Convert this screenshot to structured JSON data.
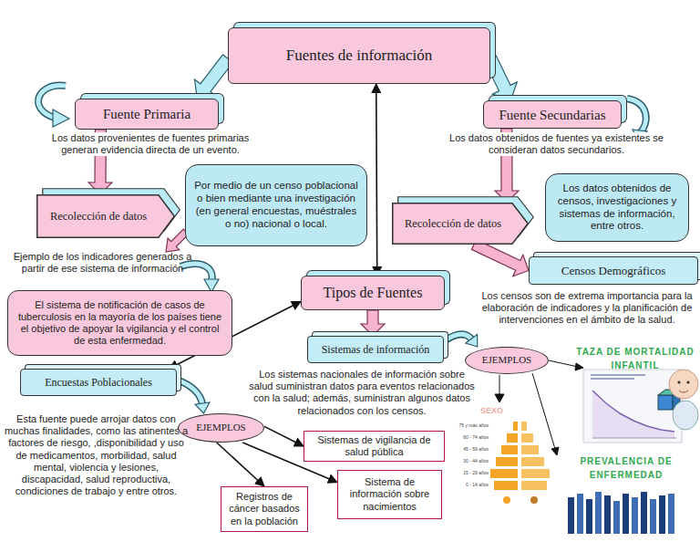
{
  "diagram": {
    "nodes": [
      {
        "text": [
          "Fuentes de información"
        ]
      },
      {
        "text": [
          "Fuente Primaria"
        ]
      },
      {
        "text": [
          "Fuente Secundarias"
        ]
      },
      {
        "text": [
          "Recolección de datos"
        ]
      },
      {
        "text": [
          "Por medio de un censo poblacional o bien mediante una investigación (en general encuestas, muéstrales o no) nacional o local."
        ]
      },
      {
        "text": [
          "Recolección de datos"
        ]
      },
      {
        "text": [
          "Los datos obtenidos de censos, investigaciones y sistemas de información, entre otros."
        ]
      },
      {
        "text": [
          "Censos Demográficos"
        ]
      },
      {
        "text": [
          "Tipos de Fuentes"
        ]
      },
      {
        "text": [
          "El sistema de notificación de casos de tuberculosis en la mayoría de los países tiene el objetivo de apoyar la vigilancia y el control de esta enfermedad."
        ]
      },
      {
        "text": [
          "Sistemas de información"
        ]
      },
      {
        "text": [
          "EJEMPLOS"
        ]
      },
      {
        "text": [
          "Encuestas Poblacionales"
        ]
      },
      {
        "text": [
          "EJEMPLOS"
        ]
      },
      {
        "text": [
          "Sistemas de vigilancia de salud pública"
        ]
      },
      {
        "text": [
          "Sistema de información sobre nacimientos"
        ]
      },
      {
        "text": [
          "Registros de cáncer basados en la población"
        ]
      }
    ],
    "edges": [
      {
        "from": 0,
        "to": 1,
        "arrow": "to"
      },
      {
        "from": 0,
        "to": 2,
        "arrow": "to"
      },
      {
        "from": 0,
        "to": 8,
        "arrow": "both"
      },
      {
        "from": 1,
        "to": 3,
        "arrow": "to"
      },
      {
        "from": 2,
        "to": 5,
        "arrow": "to"
      },
      {
        "from": 5,
        "to": 7,
        "arrow": "to"
      },
      {
        "from": 8,
        "to": 10,
        "arrow": "to"
      },
      {
        "from": 8,
        "to": 12,
        "arrow": "both"
      },
      {
        "from": 12,
        "to": 13,
        "arrow": "to"
      },
      {
        "from": 13,
        "to": 14,
        "arrow": "to"
      },
      {
        "from": 13,
        "to": 15,
        "arrow": "to"
      },
      {
        "from": 13,
        "to": 16,
        "arrow": "to"
      },
      {
        "from": 10,
        "to": 11,
        "arrow": "to"
      }
    ],
    "labels": [
      "Los datos provenientes de fuentes primarias generan evidencia directa de un evento.",
      "Los datos obtenidos de fuentes ya existentes se consideran datos secundarios.",
      "Ejemplo de los indicadores generados a partir de ese sistema de información",
      "Los censos son de extrema importancia para la elaboración de indicadores y la planificación de intervenciones en el ámbito de la salud.",
      "Los sistemas nacionales de información sobre salud suministran datos para eventos relacionados con la salud; además, suministran algunos datos relacionados con los censos.",
      "Esta fuente puede arrojar datos con muchas finalidades, como las atinentes a factores de riesgo, ,disponibilidad y uso de medicamentos, morbilidad, salud mental, violencia y lesiones, discapacidad, salud reproductiva, condiciones de trabajo y entre otros.",
      "TAZA DE MORTALIDAD INFANTIL",
      "PREVALENCIA DE ENFERMEDAD",
      "SEXO",
      "75 y más años",
      "60 - 74 años",
      "45 - 59 años",
      "30 - 44 años",
      "15 - 29 años",
      "0 - 14 años"
    ]
  }
}
